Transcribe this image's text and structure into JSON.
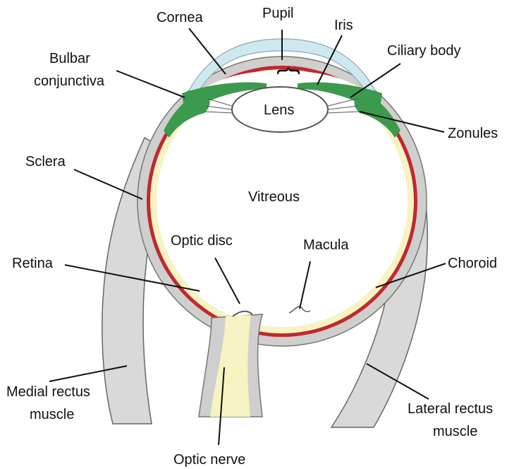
{
  "labels": {
    "cornea": "Cornea",
    "pupil": "Pupil",
    "pupil_brace": "{",
    "iris": "Iris",
    "ciliary_body": "Ciliary body",
    "bulbar_line1": "Bulbar",
    "bulbar_line2": "conjunctiva",
    "lens": "Lens",
    "zonules": "Zonules",
    "sclera": "Sclera",
    "vitreous": "Vitreous",
    "optic_disc": "Optic disc",
    "macula": "Macula",
    "retina": "Retina",
    "choroid": "Choroid",
    "medial_line1": "Medial rectus",
    "medial_line2": "muscle",
    "lateral_line1": "Lateral rectus",
    "lateral_line2": "muscle",
    "optic_nerve": "Optic nerve"
  },
  "colors": {
    "sclera": "#cfcfcd",
    "retina": "#f7f3c2",
    "choroid": "#c0282f",
    "ciliary": "#3c9a4e",
    "cornea": "#cfe8ef",
    "lens": "#ffffff",
    "muscle": "#d9d9d9",
    "outline": "#555555"
  }
}
